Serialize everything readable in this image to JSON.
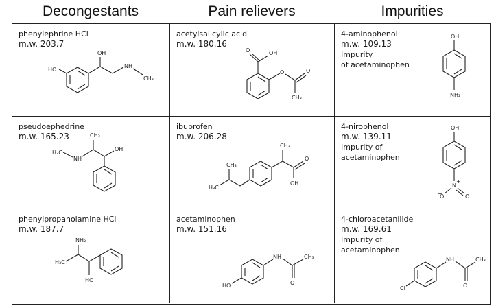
{
  "columns": [
    "Decongestants",
    "Pain relievers",
    "Impurities"
  ],
  "cells": [
    {
      "name": "phenylephrine HCl",
      "mw": "m.w. 203.7",
      "notes": []
    },
    {
      "name": "acetylsalicylic acid",
      "mw": "m.w. 180.16",
      "notes": []
    },
    {
      "name": "4-aminophenol",
      "mw": "m.w. 109.13",
      "notes": [
        "Impurity",
        "of acetaminophen"
      ]
    },
    {
      "name": "pseudoephedrine",
      "mw": "m.w. 165.23",
      "notes": []
    },
    {
      "name": "ibuprofen",
      "mw": "m.w. 206.28",
      "notes": []
    },
    {
      "name": "4-nirophenol",
      "mw": "m.w. 139.11",
      "notes": [
        "Impurity of",
        "acetaminophen"
      ]
    },
    {
      "name": "phenylpropanolamine HCl",
      "mw": "m.w. 187.7",
      "notes": []
    },
    {
      "name": "acetaminophen",
      "mw": "m.w. 151.16",
      "notes": []
    },
    {
      "name": "4-chloroacetanilide",
      "mw": "m.w. 169.61",
      "notes": [
        "Impurity of",
        "acetaminophen"
      ]
    }
  ],
  "atoms": {
    "oh": "OH",
    "ho": "HO",
    "nh": "NH",
    "nh2": "NH₂",
    "ch3": "CH₃",
    "h3c": "H₃C",
    "o": "O",
    "n": "N",
    "cl": "Cl",
    "plus": "+",
    "minus": "−"
  }
}
